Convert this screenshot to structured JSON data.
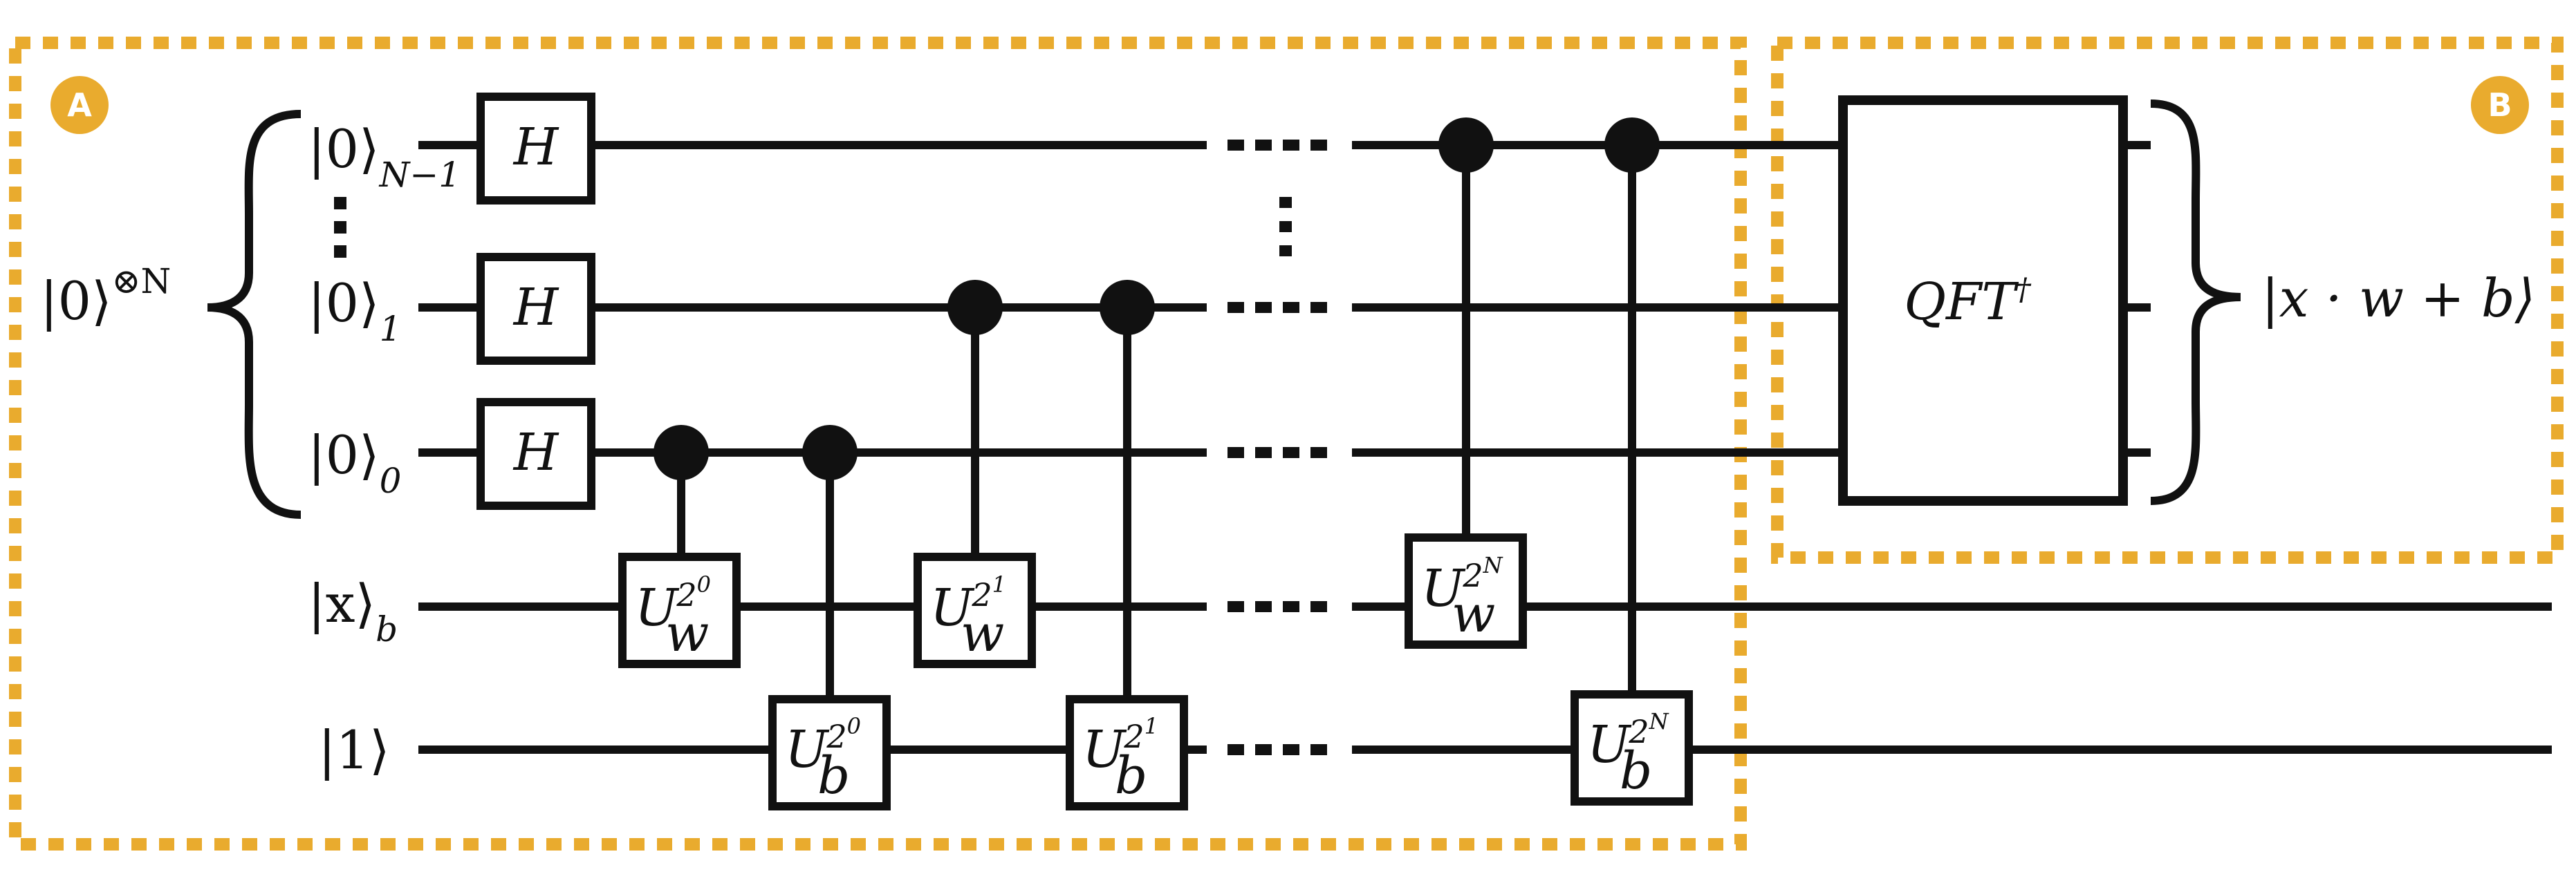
{
  "colors": {
    "wire": "#111111",
    "accent": "#e9ab2e",
    "background": "#ffffff"
  },
  "regions": [
    {
      "id": "A",
      "label": "A"
    },
    {
      "id": "B",
      "label": "B"
    }
  ],
  "register": {
    "label": "|0⟩",
    "superscript": "⊗N"
  },
  "qubits": [
    {
      "ket": "|0⟩",
      "subscript": "N−1"
    },
    {
      "ket": "|0⟩",
      "subscript": "1"
    },
    {
      "ket": "|0⟩",
      "subscript": "0"
    },
    {
      "ket": "|x⟩",
      "subscript": "b"
    },
    {
      "ket": "|1⟩",
      "subscript": ""
    }
  ],
  "hadamard": {
    "label": "H"
  },
  "controlled_gates": [
    {
      "base": "U",
      "sub": "w",
      "power_base": "2",
      "power_exp": "0"
    },
    {
      "base": "U",
      "sub": "b",
      "power_base": "2",
      "power_exp": "0"
    },
    {
      "base": "U",
      "sub": "w",
      "power_base": "2",
      "power_exp": "1"
    },
    {
      "base": "U",
      "sub": "b",
      "power_base": "2",
      "power_exp": "1"
    },
    {
      "base": "U",
      "sub": "w",
      "power_base": "2",
      "power_exp": "N"
    },
    {
      "base": "U",
      "sub": "b",
      "power_base": "2",
      "power_exp": "N"
    }
  ],
  "qft": {
    "label": "QFT",
    "superscript": "†"
  },
  "output": {
    "label": "|x · w + b⟩"
  }
}
